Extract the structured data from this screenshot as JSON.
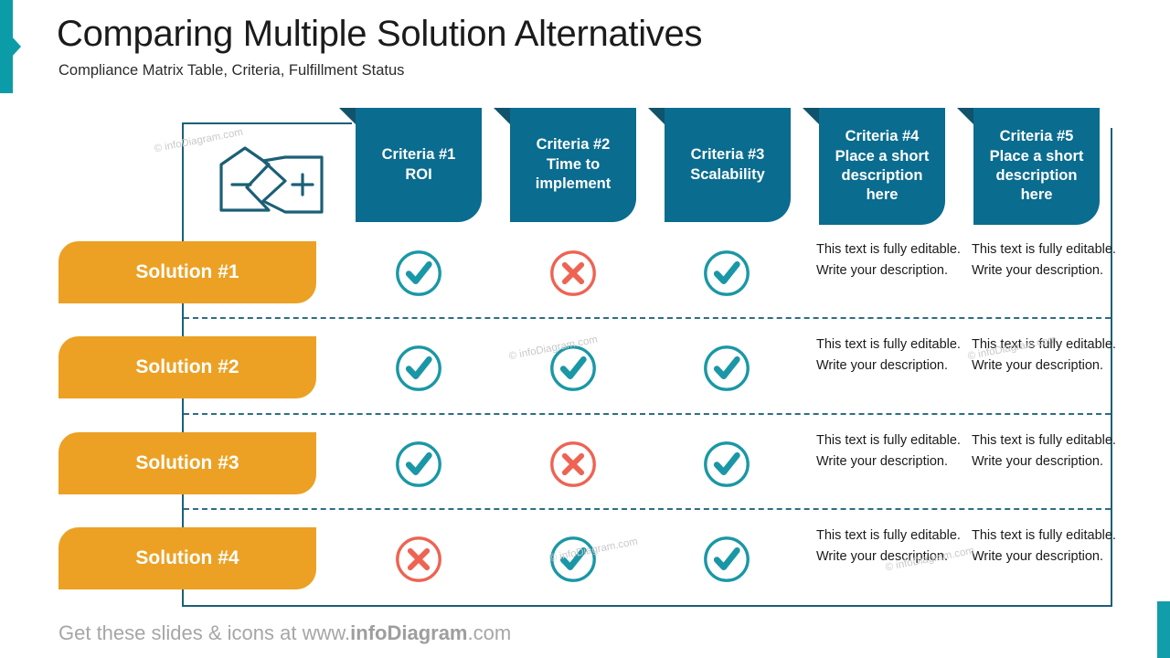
{
  "header": {
    "title": "Comparing Multiple Solution Alternatives",
    "subtitle": "Compliance Matrix Table, Criteria, Fulfillment Status"
  },
  "colors": {
    "accent_teal": "#0C9CA8",
    "tab_blue": "#0A6C8F",
    "tab_fold": "#10536B",
    "solution_orange": "#ECA124",
    "check_teal": "#1A97A6",
    "cross_red": "#EE6352",
    "frame_border": "#1C5F76",
    "separator": "#2E6E82",
    "footer_gray": "#A6A6A6"
  },
  "icons": {
    "compare": "compare-plus-minus-bookmarks-icon",
    "check": "check-circle-icon",
    "cross": "cross-circle-icon"
  },
  "criteria": [
    {
      "id": "criteria-1",
      "line1": "Criteria #1",
      "line2": "ROI",
      "line3": "",
      "line4": ""
    },
    {
      "id": "criteria-2",
      "line1": "Criteria #2",
      "line2": "Time to",
      "line3": "implement",
      "line4": ""
    },
    {
      "id": "criteria-3",
      "line1": "Criteria #3",
      "line2": "Scalability",
      "line3": "",
      "line4": ""
    },
    {
      "id": "criteria-4",
      "line1": "Criteria #4",
      "line2": "Place a short",
      "line3": "description",
      "line4": "here"
    },
    {
      "id": "criteria-5",
      "line1": "Criteria #5",
      "line2": "Place a short",
      "line3": "description",
      "line4": "here"
    }
  ],
  "rows": [
    {
      "label": "Solution #1",
      "status": [
        "check",
        "cross",
        "check"
      ],
      "desc1": "This text is fully editable. Write your description.",
      "desc2": "This text is fully editable. Write your description."
    },
    {
      "label": "Solution #2",
      "status": [
        "check",
        "check",
        "check"
      ],
      "desc1": "This text is fully editable. Write your description.",
      "desc2": "This text is fully editable. Write your description."
    },
    {
      "label": "Solution #3",
      "status": [
        "check",
        "cross",
        "check"
      ],
      "desc1": "This text is fully editable. Write your description.",
      "desc2": "This text is fully editable. Write your description."
    },
    {
      "label": "Solution #4",
      "status": [
        "cross",
        "check",
        "check"
      ],
      "desc1": "This text is fully editable. Write your description.",
      "desc2": "This text is fully editable. Write your description."
    }
  ],
  "watermark": "© infoDiagram.com",
  "footer": {
    "pre": "Get these slides & icons at www.",
    "brand": "infoDiagram",
    "post": ".com"
  }
}
